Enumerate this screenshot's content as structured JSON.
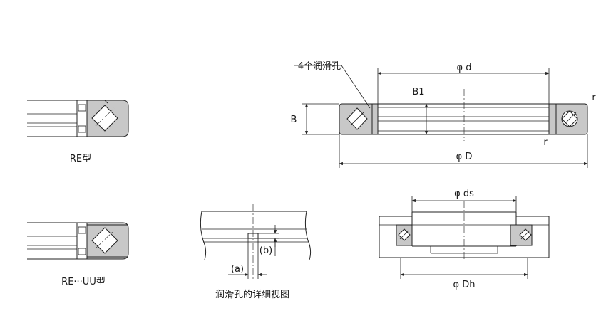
{
  "labels": {
    "re_type": "RE型",
    "re_uu_type": "RE···UU型",
    "detail_caption": "润滑孔的详细视图",
    "oil_holes": "4个润滑孔",
    "d": "φ d",
    "D": "φ D",
    "B": "B",
    "B1": "B1",
    "r_top": "r",
    "r_bottom": "r",
    "ds": "φ ds",
    "Dh": "φ Dh",
    "a": "(a)",
    "b": "(b)"
  },
  "colors": {
    "ring_fill": "#c8c8c8",
    "line": "#222222"
  }
}
